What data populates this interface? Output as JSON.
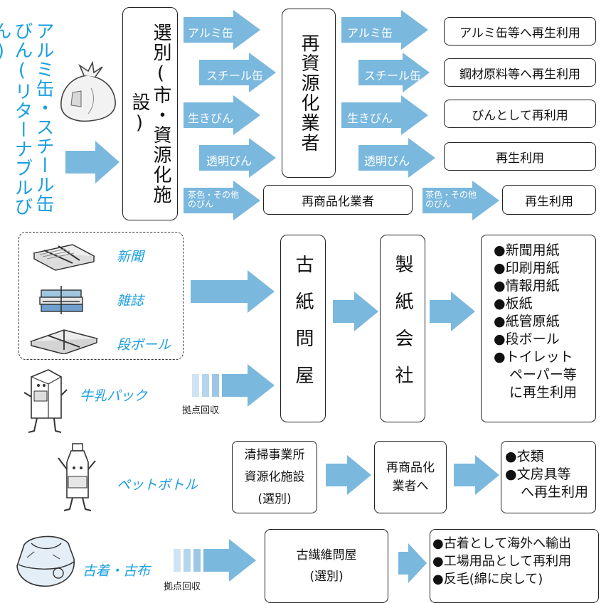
{
  "section1": {
    "source_label": "アルミ缶・スチール缶びん(リターナブルびん)",
    "sorting_box": "選別(市・資源化施設)",
    "arrows_in": [
      "アルミ缶",
      "スチール缶",
      "生きびん",
      "透明びん",
      "茶色・その他のびん"
    ],
    "recycler_box": "再資源化業者",
    "arrows_out": [
      "アルミ缶",
      "スチール缶",
      "生きびん",
      "透明びん"
    ],
    "outputs": [
      "アルミ缶等へ再生利用",
      "鋼材原料等へ再生利用",
      "びんとして再利用",
      "再生利用"
    ],
    "brown_box": "再商品化業者",
    "brown_arrow": "茶色・その他のびん",
    "brown_output": "再生利用"
  },
  "section2": {
    "items": [
      "新聞",
      "雑誌",
      "段ボール"
    ],
    "milk": "牛乳パック",
    "collection_point": "拠点回収",
    "paper_wholesaler": "古紙問屋",
    "paper_company": "製紙会社",
    "outputs": [
      "●新聞用紙",
      "●印刷用紙",
      "●情報用紙",
      "●板紙",
      "●紙管原紙",
      "●段ボール",
      "●トイレット",
      "ペーパー等",
      "に再生利用"
    ]
  },
  "section3": {
    "label": "ペットボトル",
    "facility_lines": [
      "清掃事業所",
      "資源化施設",
      "(選別)"
    ],
    "recycler_lines": [
      "再商品化",
      "業者へ"
    ],
    "outputs": [
      "●衣類",
      "●文房具等",
      "へ再生利用"
    ]
  },
  "section4": {
    "label": "古着・古布",
    "collection_point": "拠点回収",
    "wholesaler_lines": [
      "古繊維問屋",
      "(選別)"
    ],
    "outputs": [
      "●古着として海外へ輸出",
      "●工場用品として再利用",
      "●反毛(綿に戻して)"
    ]
  },
  "colors": {
    "arrow": "#7ab8de",
    "accent": "#1a9fe0"
  }
}
